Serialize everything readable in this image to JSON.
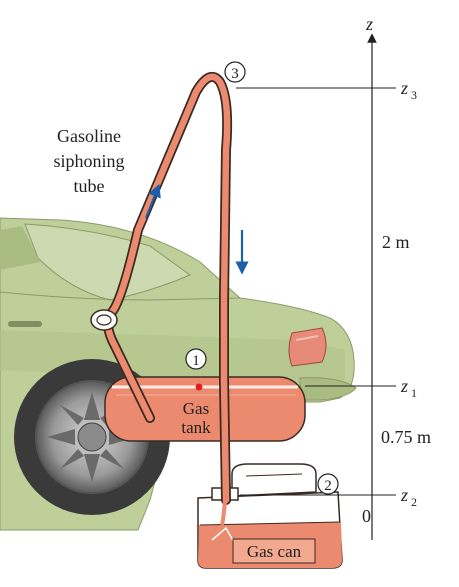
{
  "labels": {
    "tube_line1": "Gasoline",
    "tube_line2": "siphoning",
    "tube_line3": "tube",
    "tank_line1": "Gas",
    "tank_line2": "tank",
    "can": "Gas can",
    "dim_upper": "2 m",
    "dim_lower": "0.75 m",
    "zero": "0"
  },
  "axis": {
    "z": "z",
    "z1": "z",
    "z1_sub": "1",
    "z2": "z",
    "z2_sub": "2",
    "z3": "z",
    "z3_sub": "3"
  },
  "points": {
    "p1": "1",
    "p2": "2",
    "p3": "3"
  },
  "colors": {
    "car_body": "#bfcf9a",
    "car_shade": "#a9bc82",
    "gasoline": "#eb8a6e",
    "tube_outline": "#3a2a22",
    "arrow": "#1a5fa8",
    "marker": "#e02020"
  }
}
